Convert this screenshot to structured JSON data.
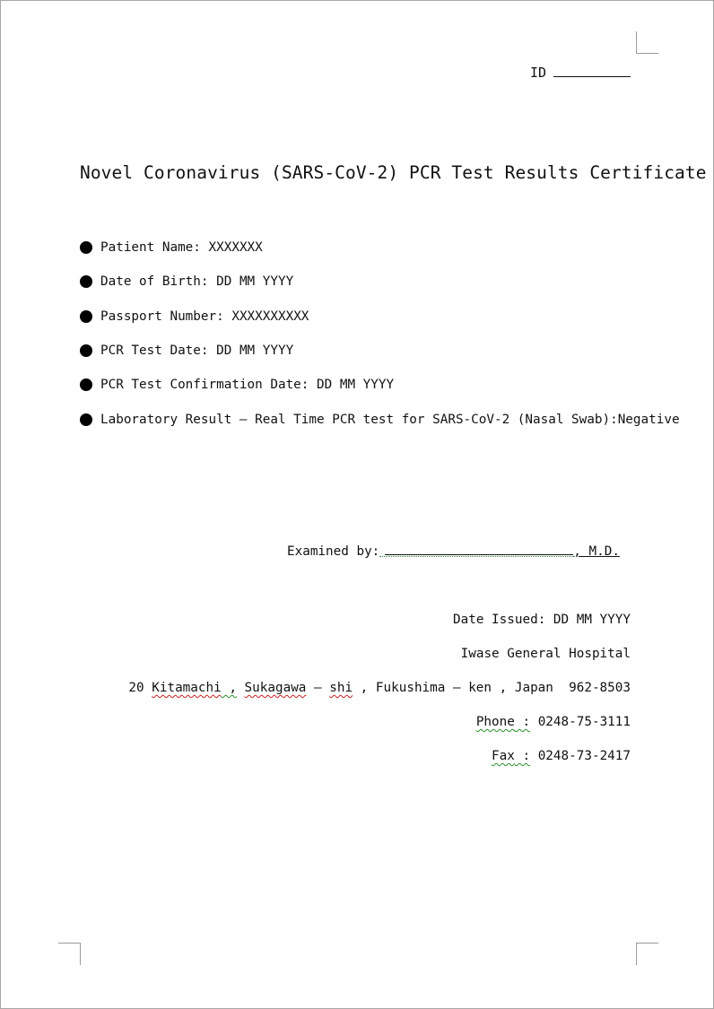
{
  "header": {
    "id_label": "ID"
  },
  "title": "Novel Coronavirus (SARS-CoV-2) PCR Test Results Certificate",
  "fields": [
    {
      "label": "Patient Name:",
      "value": "XXXXXXX"
    },
    {
      "label": "Date of Birth:",
      "value": "DD MM YYYY"
    },
    {
      "label": "Passport Number:",
      "value": "XXXXXXXXXX"
    },
    {
      "label": "PCR Test Date:",
      "value": "DD MM YYYY"
    },
    {
      "label": "PCR Test Confirmation Date:",
      "value": "DD MM YYYY"
    },
    {
      "label": "Laboratory Result – Real Time PCR test for SARS-CoV-2 (Nasal Swab):",
      "value": "Negative"
    }
  ],
  "examiner": {
    "label": "Examined by:",
    "suffix": ", M.D."
  },
  "issuer": {
    "date_issued": "Date Issued: DD MM YYYY",
    "hospital": "Iwase General Hospital",
    "address": {
      "number": "20",
      "district": "Kitamachi",
      "city": "Sukagawa",
      "city_suffix": "shi",
      "prefecture": "Fukushima",
      "prefecture_suffix": "ken",
      "country": "Japan",
      "postal_code": "962-8503"
    },
    "phone_label": "Phone",
    "phone": "0248-75-3111",
    "fax_label": "Fax",
    "fax": "0248-73-2417"
  }
}
